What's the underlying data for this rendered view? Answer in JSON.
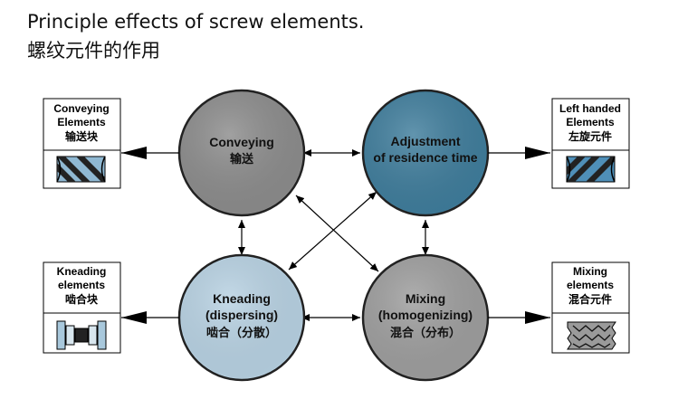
{
  "title": {
    "en": "Principle effects of screw elements.",
    "cn": "螺纹元件的作用"
  },
  "circles": {
    "conveying": {
      "line1": "Conveying",
      "line2": "输送",
      "color": "#8c8c8c"
    },
    "adjustment": {
      "line1": "Adjustment",
      "line2": "of residence time",
      "color": "#3f7d9c"
    },
    "kneading": {
      "line1": "Kneading",
      "line2": "(dispersing)",
      "line3": "啮合（分散）",
      "color": "#b8d2e3"
    },
    "mixing": {
      "line1": "Mixing",
      "line2": "(homogenizing)",
      "line3": "混合（分布）",
      "color": "#9e9e9e"
    }
  },
  "boxes": {
    "conveying_elements": {
      "line1": "Conveying",
      "line2": "Elements",
      "line3": "输送块"
    },
    "left_handed": {
      "line1": "Left handed",
      "line2": "Elements",
      "line3": "左旋元件"
    },
    "kneading_elements": {
      "line1": "Kneading",
      "line2": "elements",
      "line3": "啮合块"
    },
    "mixing_elements": {
      "line1": "Mixing",
      "line2": "elements",
      "line3": "混合元件"
    }
  }
}
